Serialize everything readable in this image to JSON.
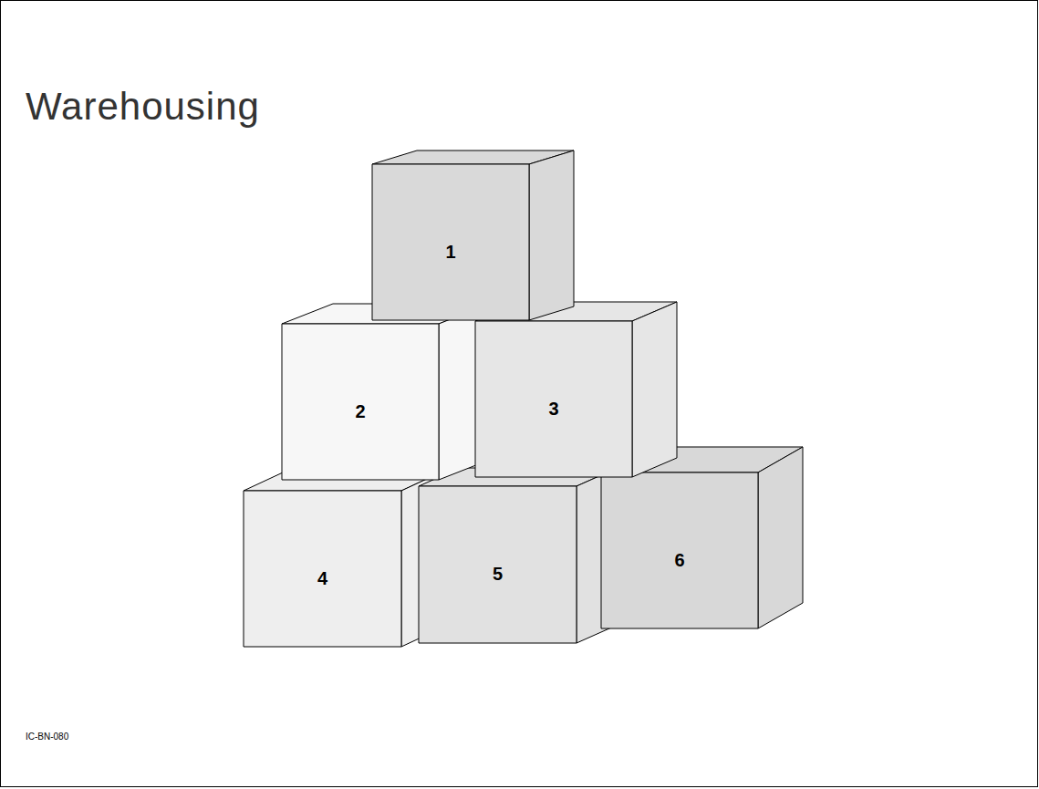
{
  "diagram": {
    "title": "Warehousing",
    "nodes": [
      {
        "text": [
          "1"
        ]
      },
      {
        "text": [
          "2"
        ]
      },
      {
        "text": [
          "3"
        ]
      },
      {
        "text": [
          "4"
        ]
      },
      {
        "text": [
          "5"
        ]
      },
      {
        "text": [
          "6"
        ]
      }
    ],
    "labels": [
      "IC-BN-080"
    ]
  }
}
